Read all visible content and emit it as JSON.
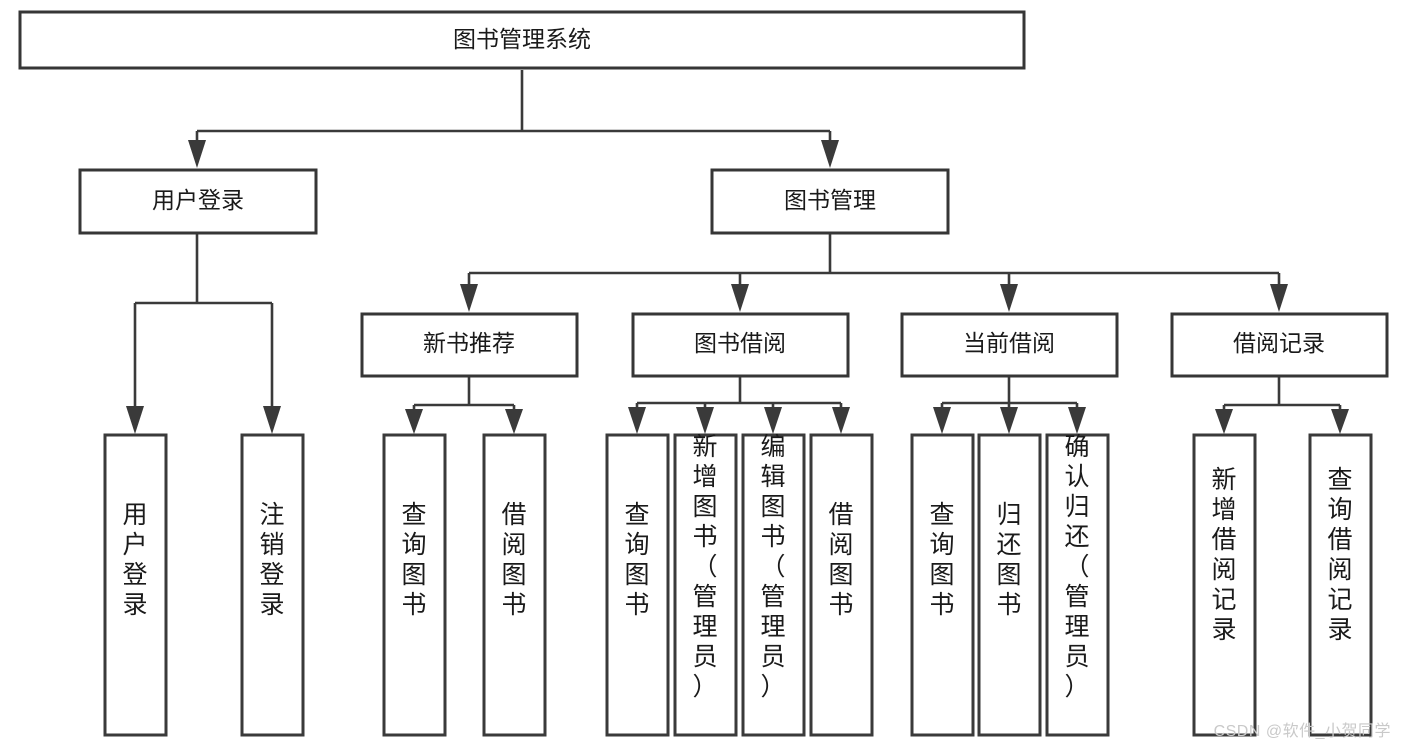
{
  "diagram": {
    "type": "tree-hierarchy",
    "title": "图书管理系统",
    "watermark": "CSDN @软件_小贺同学",
    "colors": {
      "background": "#ffffff",
      "node_fill": "#ffffff",
      "node_stroke": "#363636",
      "link_stroke": "#3a3a3a",
      "label_text": "#1a1a1a",
      "watermark_text": "#c9c9c9"
    },
    "levels": {
      "root": "图书管理系统",
      "level2": [
        "用户登录",
        "图书管理"
      ],
      "level3": [
        "新书推荐",
        "图书借阅",
        "当前借阅",
        "借阅记录"
      ]
    },
    "nodes": {
      "root": {
        "label": "图书管理系统",
        "orientation": "horizontal"
      },
      "user_login": {
        "label": "用户登录",
        "orientation": "horizontal"
      },
      "book_manage": {
        "label": "图书管理",
        "orientation": "horizontal"
      },
      "new_book_rec": {
        "label": "新书推荐",
        "orientation": "horizontal"
      },
      "book_borrow": {
        "label": "图书借阅",
        "orientation": "horizontal"
      },
      "current_borrow": {
        "label": "当前借阅",
        "orientation": "horizontal"
      },
      "borrow_record": {
        "label": "借阅记录",
        "orientation": "horizontal"
      },
      "leaf_user_login": {
        "label": "用户登录",
        "orientation": "vertical"
      },
      "leaf_user_logout": {
        "label": "注销登录",
        "orientation": "vertical"
      },
      "leaf_rec_query": {
        "label": "查询图书",
        "orientation": "vertical"
      },
      "leaf_rec_borrow": {
        "label": "借阅图书",
        "orientation": "vertical"
      },
      "leaf_borrow_query": {
        "label": "查询图书",
        "orientation": "vertical"
      },
      "leaf_borrow_add": {
        "label": "新增图书（管理员）",
        "orientation": "vertical"
      },
      "leaf_borrow_edit": {
        "label": "编辑图书（管理员）",
        "orientation": "vertical"
      },
      "leaf_borrow_lend": {
        "label": "借阅图书",
        "orientation": "vertical"
      },
      "leaf_cur_query": {
        "label": "查询图书",
        "orientation": "vertical"
      },
      "leaf_cur_return": {
        "label": "归还图书",
        "orientation": "vertical"
      },
      "leaf_cur_confirm": {
        "label": "确认归还（管理员）",
        "orientation": "vertical"
      },
      "leaf_rec_add": {
        "label": "新增借阅记录",
        "orientation": "vertical"
      },
      "leaf_rec_search": {
        "label": "查询借阅记录",
        "orientation": "vertical"
      }
    },
    "edges": [
      {
        "from": "图书管理系统",
        "to": "用户登录"
      },
      {
        "from": "图书管理系统",
        "to": "图书管理"
      },
      {
        "from": "用户登录",
        "to": "用户登录"
      },
      {
        "from": "用户登录",
        "to": "注销登录"
      },
      {
        "from": "图书管理",
        "to": "新书推荐"
      },
      {
        "from": "图书管理",
        "to": "图书借阅"
      },
      {
        "from": "图书管理",
        "to": "当前借阅"
      },
      {
        "from": "图书管理",
        "to": "借阅记录"
      },
      {
        "from": "新书推荐",
        "to": "查询图书"
      },
      {
        "from": "新书推荐",
        "to": "借阅图书"
      },
      {
        "from": "图书借阅",
        "to": "查询图书"
      },
      {
        "from": "图书借阅",
        "to": "新增图书（管理员）"
      },
      {
        "from": "图书借阅",
        "to": "编辑图书（管理员）"
      },
      {
        "from": "图书借阅",
        "to": "借阅图书"
      },
      {
        "from": "当前借阅",
        "to": "查询图书"
      },
      {
        "from": "当前借阅",
        "to": "归还图书"
      },
      {
        "from": "当前借阅",
        "to": "确认归还（管理员）"
      },
      {
        "from": "借阅记录",
        "to": "新增借阅记录"
      },
      {
        "from": "借阅记录",
        "to": "查询借阅记录"
      }
    ]
  }
}
